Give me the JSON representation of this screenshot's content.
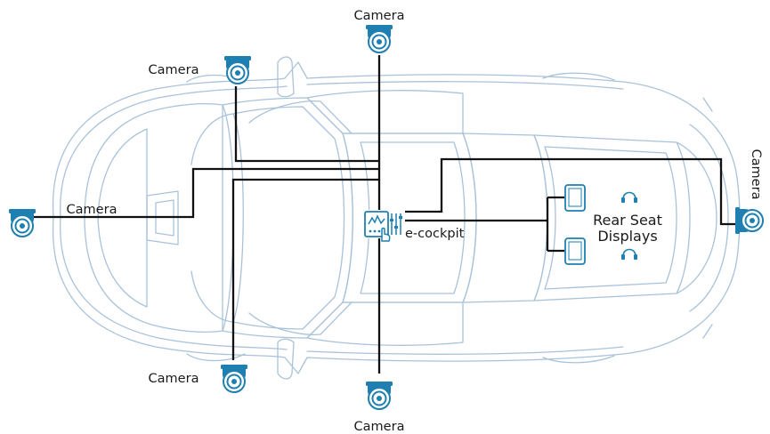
{
  "labels": {
    "camera_top": "Camera",
    "camera_upper_left": "Camera",
    "camera_left": "Camera",
    "camera_right": "Camera",
    "camera_lower_left": "Camera",
    "camera_bottom": "Camera",
    "ecockpit": "e-cockpit",
    "rear_seat_line1": "Rear Seat",
    "rear_seat_line2": "Displays"
  },
  "colors": {
    "icon_blue": "#1e7fb0",
    "car_outline": "#a9c2da",
    "wire": "#111111"
  },
  "icons": {
    "camera": "dome-camera-icon",
    "controller": "ecockpit-controller-icon",
    "display": "tablet-display-icon",
    "headphones": "headphones-icon"
  }
}
